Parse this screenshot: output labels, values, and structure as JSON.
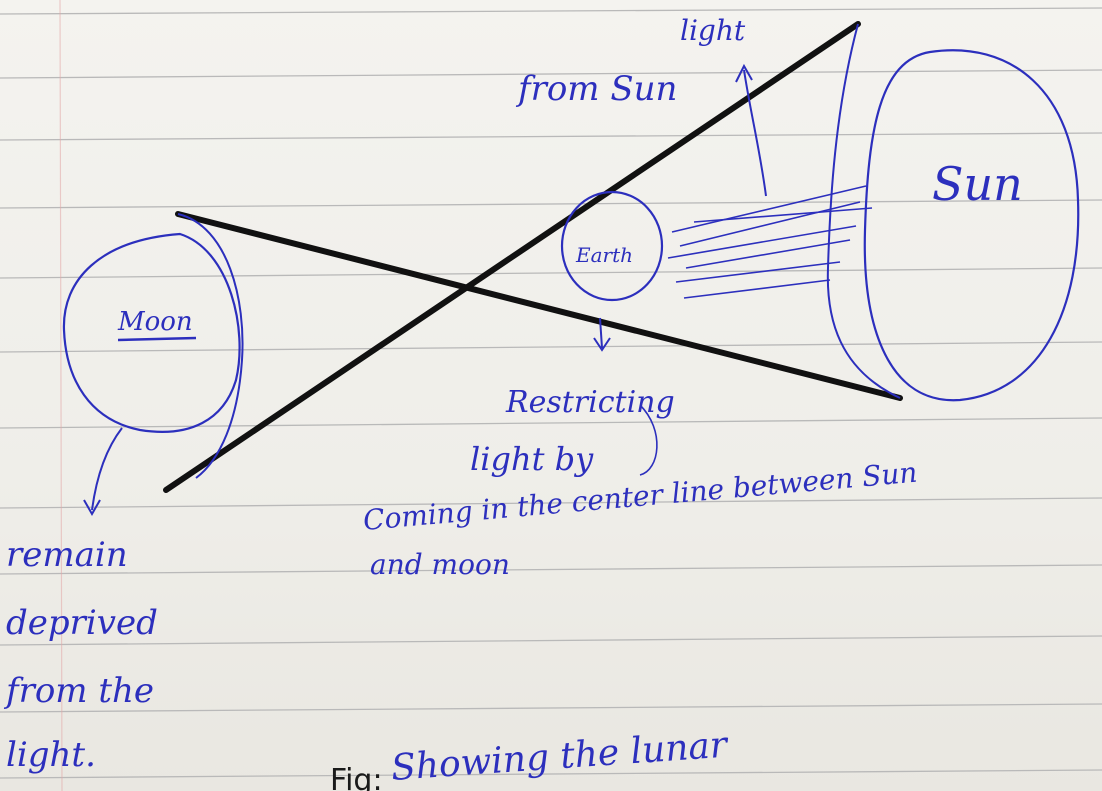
{
  "labels": {
    "light_from_sun_line1": "light",
    "light_from_sun_line2": "from Sun",
    "sun": "Sun",
    "earth": "Earth",
    "moon": "Moon",
    "restricting_line1": "Restricting",
    "restricting_line2": "light by",
    "restricting_line3": "Coming in the center line between Sun",
    "restricting_line4": "and moon",
    "remain_line1": "remain",
    "remain_line2": "deprived",
    "remain_line3": "from the",
    "remain_line4": "light.",
    "fig_prefix": "Fig:",
    "fig_caption": "Showing the lunar"
  },
  "colors": {
    "ink": "#2c2fbd",
    "pencil": "#111111",
    "rule_line": "#b9b9b9",
    "margin_line": "#e3a8a8"
  }
}
